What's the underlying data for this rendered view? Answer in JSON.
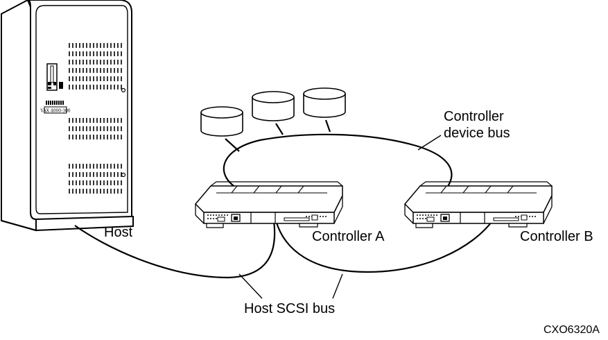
{
  "labels": {
    "controller_device_bus_line1": "Controller",
    "controller_device_bus_line2": "device bus",
    "host": "Host",
    "controller_a": "Controller A",
    "controller_b": "Controller B",
    "host_scsi_bus": "Host SCSI bus",
    "figure_id": "CXO6320A"
  },
  "host_panel_label": "VAX 4000-300",
  "colors": {
    "ink": "#000000",
    "paper": "#ffffff"
  }
}
